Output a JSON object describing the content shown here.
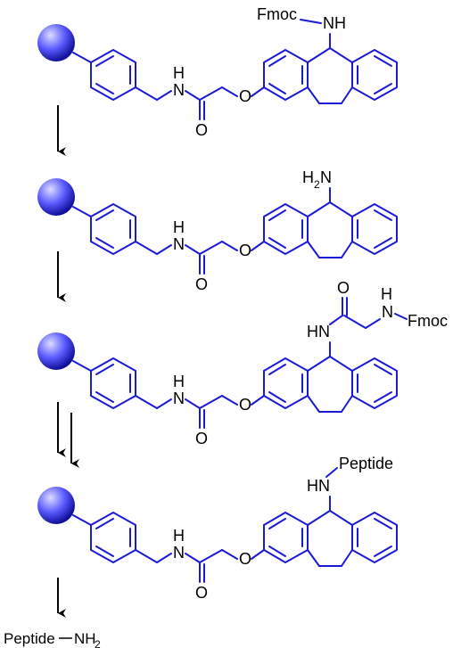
{
  "stages": [
    {
      "top_group": "Fmoc-NH"
    },
    {
      "top_group": "H2N"
    },
    {
      "top_group": "HN-C(=O)-CH2-NH-Fmoc"
    },
    {
      "top_group": "HN-Peptide"
    }
  ],
  "labels": {
    "N": "N",
    "H": "H",
    "O": "O",
    "NH": "NH",
    "HN": "HN",
    "Fmoc": "Fmoc",
    "H2N_H": "H",
    "H2N_sub": "2",
    "H2N_N": "N",
    "Peptide": "Peptide"
  },
  "product": {
    "name": "Peptide",
    "amine": "NH",
    "amine_sub": "2"
  },
  "colors": {
    "bonds": "#1a1ad4",
    "bead_light": "#d8d8ff",
    "bead_dark": "#1010b0",
    "text": "#000000",
    "arrows": "#000000"
  },
  "arrows_between_stages": [
    1,
    1,
    2,
    1
  ]
}
